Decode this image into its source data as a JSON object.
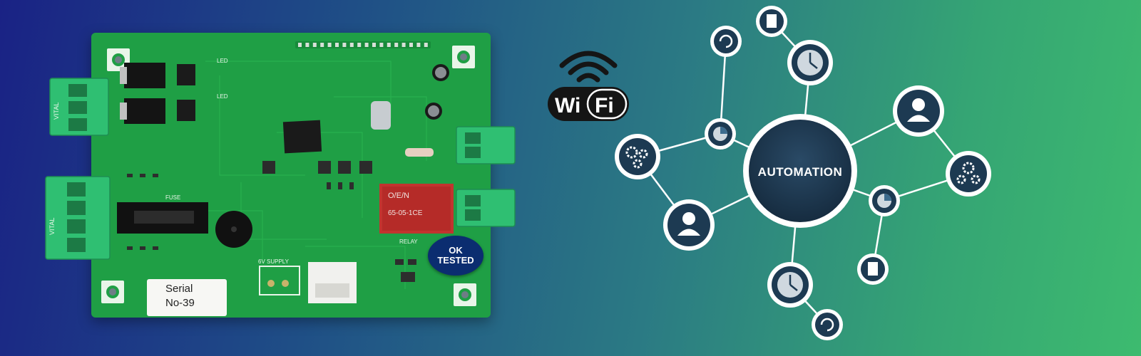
{
  "pcb": {
    "serial_line1": "Serial",
    "serial_line2": "No-39",
    "badge_line1": "OK",
    "badge_line2": "TESTED",
    "silk": {
      "vital_top": "VITAL",
      "vital_bottom": "VITAL",
      "fuse": "FUSE",
      "relay": "RELAY",
      "supply": "6V SUPPLY",
      "led1": "LED",
      "led2": "LED",
      "relay_brand": "O/E/N",
      "relay_model": "65-05-1CE"
    }
  },
  "wifi": {
    "text_wi": "Wi",
    "text_fi": "Fi"
  },
  "network": {
    "center_label": "AUTOMATION"
  },
  "colors": {
    "pcb_green": "#1f9f45",
    "terminal_green": "#2fbf72",
    "node_navy": "#1d3a52"
  }
}
